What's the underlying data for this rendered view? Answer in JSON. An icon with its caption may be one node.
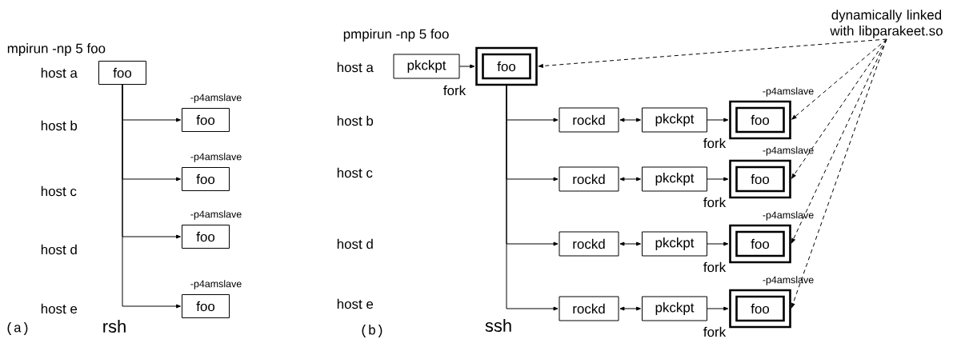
{
  "diagram": {
    "nodes": [
      {
        "text": [
          "foo"
        ]
      },
      {
        "text": [
          "foo"
        ],
        "beside": [
          "-p4amslave"
        ]
      },
      {
        "text": [
          "foo"
        ],
        "beside": [
          "-p4amslave"
        ]
      },
      {
        "text": [
          "foo"
        ],
        "beside": [
          "-p4amslave"
        ]
      },
      {
        "text": [
          "foo"
        ],
        "beside": [
          "-p4amslave"
        ]
      },
      {
        "text": [
          "pkckpt"
        ],
        "beside": [
          "fork"
        ]
      },
      {
        "text": [
          "foo"
        ]
      },
      {
        "text": [
          "rockd"
        ]
      },
      {
        "text": [
          "pkckpt"
        ],
        "beside": [
          "fork"
        ]
      },
      {
        "text": [
          "foo"
        ],
        "beside": [
          "-p4amslave"
        ]
      },
      {
        "text": [
          "rockd"
        ]
      },
      {
        "text": [
          "pkckpt"
        ],
        "beside": [
          "fork"
        ]
      },
      {
        "text": [
          "foo"
        ],
        "beside": [
          "-p4amslave"
        ]
      },
      {
        "text": [
          "rockd"
        ]
      },
      {
        "text": [
          "pkckpt"
        ],
        "beside": [
          "fork"
        ]
      },
      {
        "text": [
          "foo"
        ],
        "beside": [
          "-p4amslave"
        ]
      },
      {
        "text": [
          "rockd"
        ]
      },
      {
        "text": [
          "pkckpt"
        ],
        "beside": [
          "fork"
        ]
      },
      {
        "text": [
          "foo"
        ],
        "beside": [
          "-p4amslave"
        ]
      },
      {
        "text": [
          "dynamically linked with libparakeet.so"
        ]
      }
    ],
    "edges": [
      {
        "from": 0,
        "to": 1,
        "arrow": "to"
      },
      {
        "from": 0,
        "to": 2,
        "arrow": "to"
      },
      {
        "from": 0,
        "to": 3,
        "arrow": "to"
      },
      {
        "from": 0,
        "to": 4,
        "arrow": "to"
      },
      {
        "from": 5,
        "to": 6,
        "arrow": "to"
      },
      {
        "from": 6,
        "to": 7,
        "arrow": "to"
      },
      {
        "from": 6,
        "to": 10,
        "arrow": "to"
      },
      {
        "from": 6,
        "to": 13,
        "arrow": "to"
      },
      {
        "from": 6,
        "to": 16,
        "arrow": "to"
      },
      {
        "from": 7,
        "to": 8,
        "arrow": "both"
      },
      {
        "from": 8,
        "to": 9,
        "arrow": "to"
      },
      {
        "from": 10,
        "to": 11,
        "arrow": "both"
      },
      {
        "from": 11,
        "to": 12,
        "arrow": "to"
      },
      {
        "from": 13,
        "to": 14,
        "arrow": "both"
      },
      {
        "from": 14,
        "to": 15,
        "arrow": "to"
      },
      {
        "from": 16,
        "to": 17,
        "arrow": "both"
      },
      {
        "from": 17,
        "to": 18,
        "arrow": "to"
      },
      {
        "from": 19,
        "to": 6,
        "arrow": "to",
        "style": "dashed"
      },
      {
        "from": 19,
        "to": 9,
        "arrow": "to",
        "style": "dashed"
      },
      {
        "from": 19,
        "to": 12,
        "arrow": "to",
        "style": "dashed"
      },
      {
        "from": 19,
        "to": 15,
        "arrow": "to",
        "style": "dashed"
      },
      {
        "from": 19,
        "to": 18,
        "arrow": "to",
        "style": "dashed"
      }
    ],
    "labels": [
      "mpirun -np 5 foo",
      "host a",
      "host b",
      "host c",
      "host d",
      "host e",
      "rsh",
      "(a)",
      "pmpirun -np 5 foo",
      "host a",
      "host b",
      "host c",
      "host d",
      "host e",
      "ssh",
      "(b)"
    ]
  }
}
